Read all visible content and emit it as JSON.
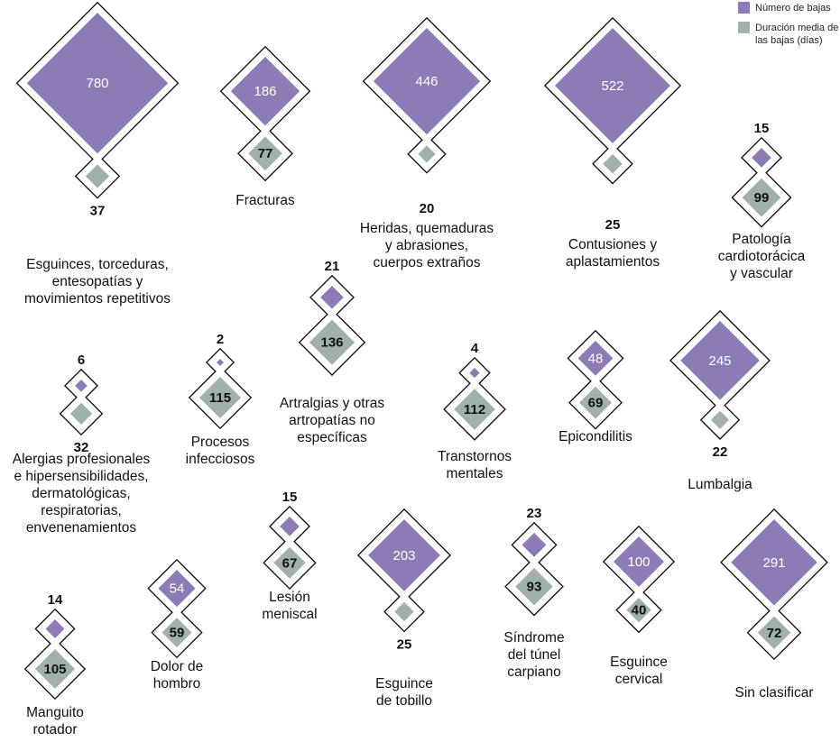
{
  "colors": {
    "count": "#8c7bb4",
    "duration": "#9fb0ad",
    "outline": "#111111",
    "value_light": "#ffffff",
    "value_dark": "#111111"
  },
  "legend": {
    "count_label": "Número de bajas",
    "duration_label": "Duración media de las bajas (días)"
  },
  "chart_data": {
    "type": "proportional-diamond-pairs",
    "series": [
      {
        "name": "Número de bajas",
        "color": "#8c7bb4"
      },
      {
        "name": "Duración media de las bajas (días)",
        "color": "#9fb0ad"
      }
    ],
    "items": [
      {
        "category": [
          "Esguinces, torceduras,",
          "entesopatías y",
          "movimientos repetitivos"
        ],
        "count": 780,
        "duration": 37
      },
      {
        "category": [
          "Fracturas"
        ],
        "count": 186,
        "duration": 77
      },
      {
        "category": [
          "Heridas, quemaduras",
          "y abrasiones,",
          "cuerpos extraños"
        ],
        "count": 446,
        "duration": 20
      },
      {
        "category": [
          "Contusiones y",
          "aplastamientos"
        ],
        "count": 522,
        "duration": 25
      },
      {
        "category": [
          "Patología",
          "cardiotorácica",
          "y vascular"
        ],
        "count": 15,
        "duration": 99
      },
      {
        "category": [
          "Alergias profesionales",
          "e hipersensibilidades,",
          "dermatológicas,",
          "respiratorias,",
          "envenenamientos"
        ],
        "count": 6,
        "duration": 32
      },
      {
        "category": [
          "Procesos",
          "infecciosos"
        ],
        "count": 2,
        "duration": 115
      },
      {
        "category": [
          "Artralgias y otras",
          "artropatías no",
          "específicas"
        ],
        "count": 21,
        "duration": 136
      },
      {
        "category": [
          "Transtornos",
          "mentales"
        ],
        "count": 4,
        "duration": 112
      },
      {
        "category": [
          "Epicondilitis"
        ],
        "count": 48,
        "duration": 69
      },
      {
        "category": [
          "Lumbalgia"
        ],
        "count": 245,
        "duration": 22
      },
      {
        "category": [
          "Manguito",
          "rotador"
        ],
        "count": 14,
        "duration": 105
      },
      {
        "category": [
          "Dolor de",
          "hombro"
        ],
        "count": 54,
        "duration": 59
      },
      {
        "category": [
          "Lesión",
          "meniscal"
        ],
        "count": 15,
        "duration": 67
      },
      {
        "category": [
          "Esguince",
          "de tobillo"
        ],
        "count": 203,
        "duration": 25
      },
      {
        "category": [
          "Síndrome",
          "del túnel",
          "carpiano"
        ],
        "count": 23,
        "duration": 93
      },
      {
        "category": [
          "Esguince",
          "cervical"
        ],
        "count": 100,
        "duration": 40
      },
      {
        "category": [
          "Sin clasificar"
        ],
        "count": 291,
        "duration": 72
      }
    ]
  }
}
